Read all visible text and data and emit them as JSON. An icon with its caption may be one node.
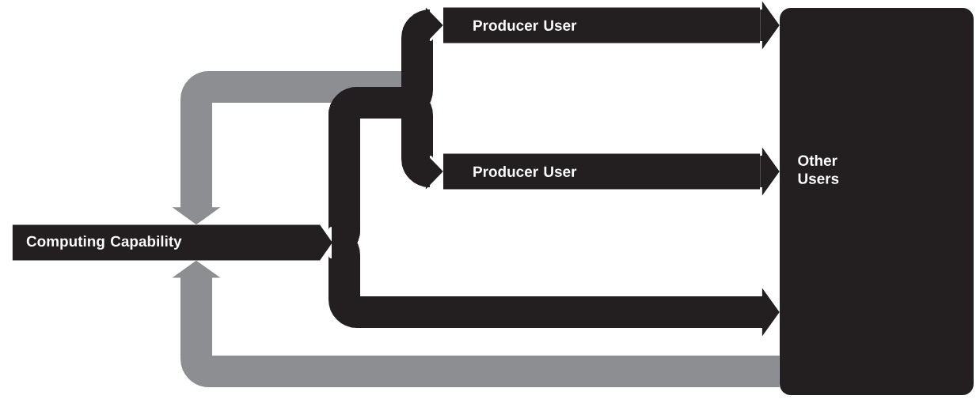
{
  "diagram": {
    "nodes": [
      {
        "text": [
          "Computing Capability"
        ]
      },
      {
        "text": [
          "Producer User"
        ]
      },
      {
        "text": [
          "Producer User"
        ]
      },
      {
        "text": [
          "Other Users"
        ]
      }
    ],
    "edges": [
      {
        "from": 0,
        "to": 1,
        "arrow": "to"
      },
      {
        "from": 0,
        "to": 2,
        "arrow": "to"
      },
      {
        "from": 0,
        "to": 3,
        "arrow": "to"
      },
      {
        "from": 1,
        "to": 3,
        "arrow": "to"
      },
      {
        "from": 2,
        "to": 3,
        "arrow": "to"
      },
      {
        "from": null,
        "to": 0,
        "arrow": "to",
        "color": "#8d8e92"
      },
      {
        "from": 3,
        "to": 0,
        "arrow": "to",
        "color": "#8d8e92"
      }
    ]
  }
}
